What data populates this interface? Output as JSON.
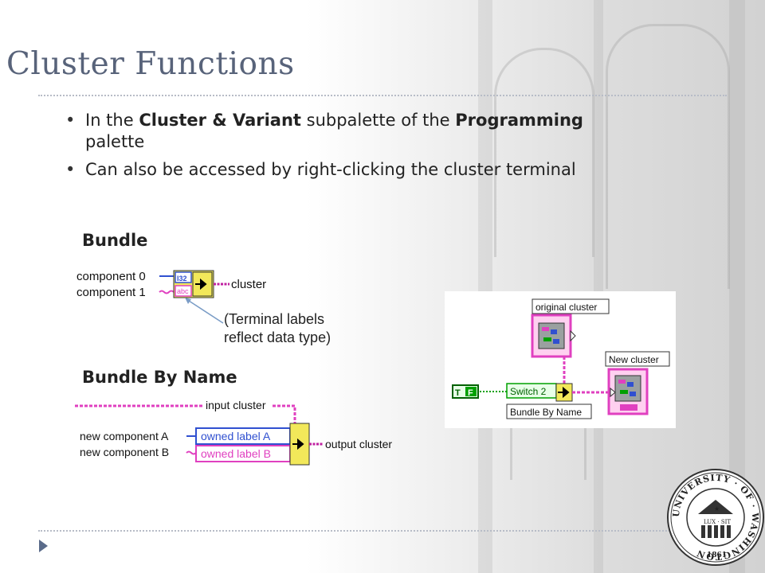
{
  "slide": {
    "title": "Cluster Functions"
  },
  "bullets": [
    {
      "prefix": "In the ",
      "bold1": "Cluster & Variant",
      "middle": " subpalette of the ",
      "bold2": "Programming",
      "suffix": " palette"
    },
    {
      "text": "Can also be accessed by right-clicking the cluster terminal"
    }
  ],
  "sections": {
    "bundle": "Bundle",
    "bundle_by_name": "Bundle By Name"
  },
  "bundle_diagram": {
    "input_1": "component 0",
    "input_2": "component 1",
    "output": "cluster",
    "terminal_1": "I32",
    "terminal_2": "abc"
  },
  "annotation": {
    "line1": "(Terminal labels",
    "line2": "reflect data type)"
  },
  "bundle_by_name_diagram": {
    "input_cluster": "input cluster",
    "input_1": "new component A",
    "input_2": "new component B",
    "terminal_1": "owned label A",
    "terminal_2": "owned label B",
    "output": "output cluster"
  },
  "example_diagram": {
    "original": "original cluster",
    "new": "New cluster",
    "switch": "Switch 2",
    "node": "Bundle By Name",
    "bool_t": "T",
    "bool_f": "F"
  },
  "seal": {
    "ring_text": "UNIVERSITY · OF · WASHINGTON",
    "motto": "LUX · SIT",
    "year": "1861"
  },
  "colors": {
    "title": "#58637a",
    "wire_pink": "#e040c0",
    "wire_blue": "#3050d0",
    "wire_green": "#007000",
    "node_yellow": "#f2e85a"
  }
}
